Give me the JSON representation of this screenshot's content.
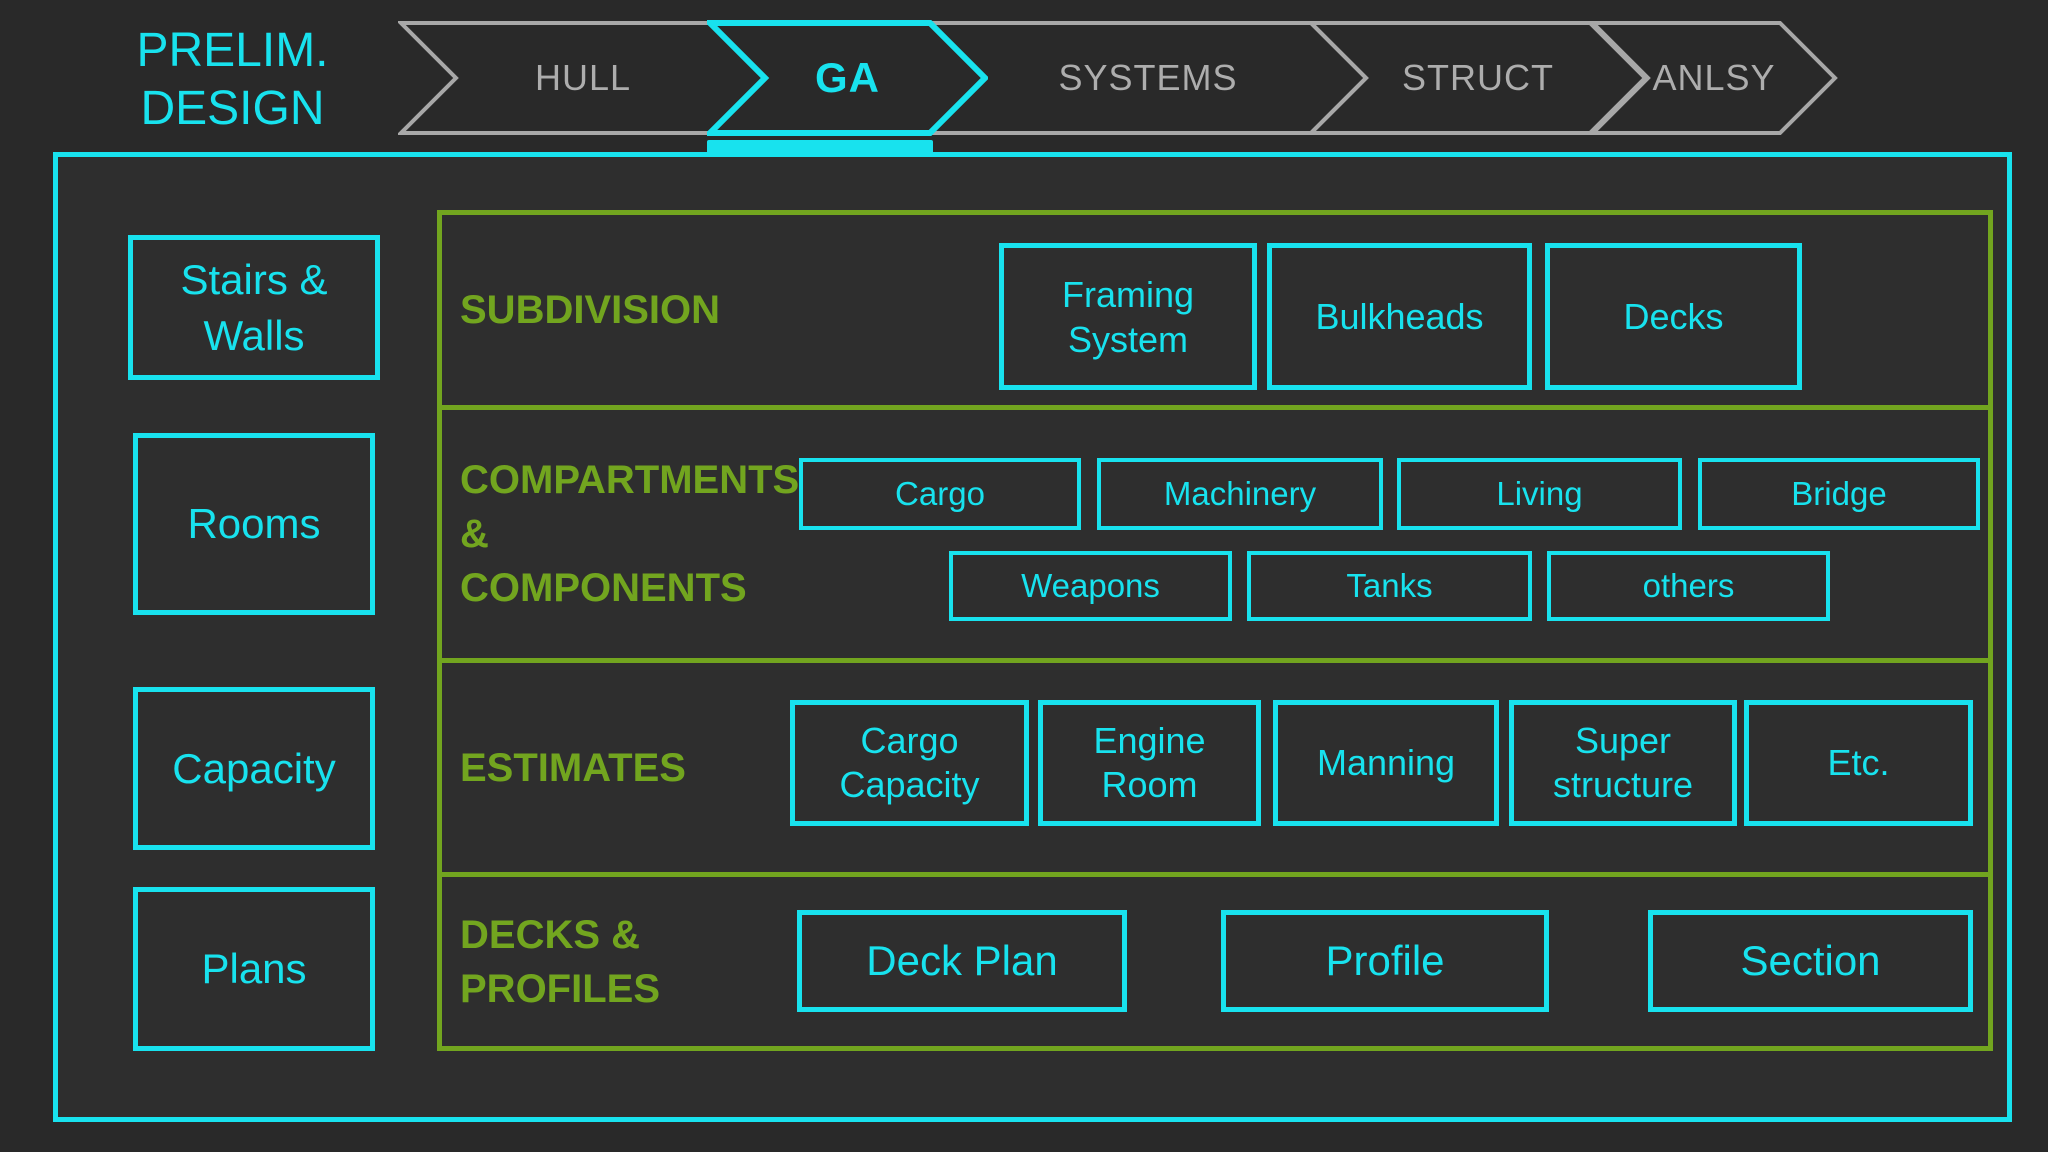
{
  "header": {
    "title": "PRELIM.\nDESIGN",
    "steps": [
      {
        "label": "HULL",
        "active": false
      },
      {
        "label": "GA",
        "active": true
      },
      {
        "label": "SYSTEMS",
        "active": false
      },
      {
        "label": "STRUCT",
        "active": false
      },
      {
        "label": "ANLSY",
        "active": false
      }
    ]
  },
  "sidebar": {
    "items": [
      {
        "label": "Stairs & Walls"
      },
      {
        "label": "Rooms"
      },
      {
        "label": "Capacity"
      },
      {
        "label": "Plans"
      }
    ]
  },
  "main": {
    "rows": [
      {
        "label": "SUBDIVISION",
        "buttons": [
          "Framing System",
          "Bulkheads",
          "Decks"
        ]
      },
      {
        "label": "COMPARTMENTS\n&\nCOMPONENTS",
        "buttons": [
          "Cargo",
          "Machinery",
          "Living",
          "Bridge",
          "Weapons",
          "Tanks",
          "others"
        ]
      },
      {
        "label": "ESTIMATES",
        "buttons": [
          "Cargo Capacity",
          "Engine Room",
          "Manning",
          "Super structure",
          "Etc."
        ]
      },
      {
        "label": "DECKS &\nPROFILES",
        "buttons": [
          "Deck Plan",
          "Profile",
          "Section"
        ]
      }
    ]
  },
  "colors": {
    "accent_cyan": "#18E2EE",
    "accent_green": "#72A51F",
    "nav_gray": "#A8A8A8",
    "nav_text": "#ADADAD",
    "bg": "#292929",
    "panel_bg": "#2E2E2E"
  }
}
